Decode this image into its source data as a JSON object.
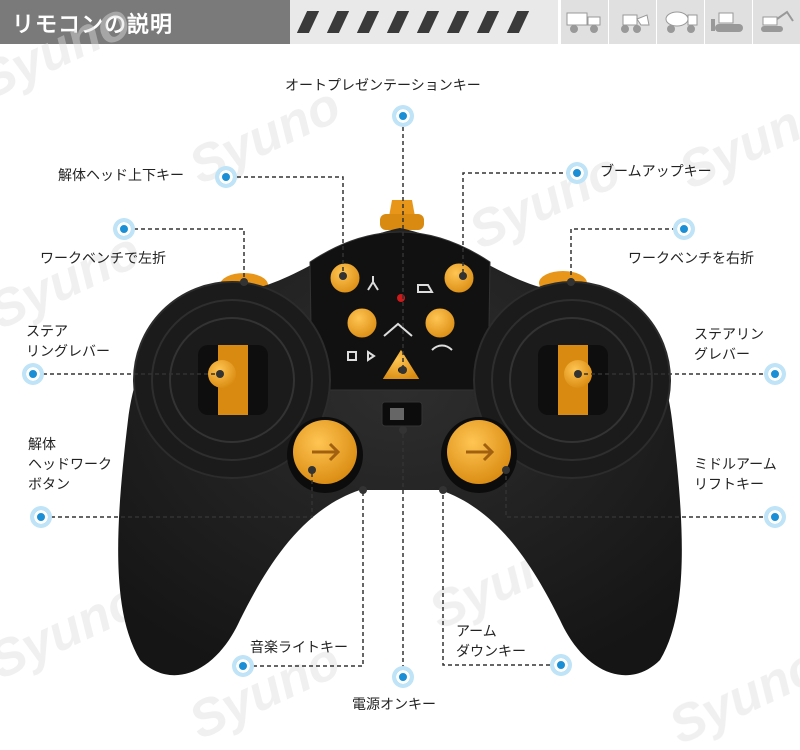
{
  "header": {
    "title": "リモコンの説明",
    "vehicle_icons": [
      "dump-truck-icon",
      "loader-icon",
      "mixer-truck-icon",
      "bulldozer-icon",
      "excavator-icon"
    ]
  },
  "watermark": "Syuno",
  "callouts": {
    "auto_presentation": "オートプレゼンテーションキー",
    "demolition_head_updown": "解体ヘッド上下キー",
    "boom_up": "ブームアップキー",
    "work_bench_left": "ワークベンチで左折",
    "work_bench_right": "ワークベンチを右折",
    "steering_lever_left": "ステア\nリングレバー",
    "steering_lever_right": "ステアリン\nグレバー",
    "demolition_head_work": "解体\nヘッドワーク\nボタン",
    "middle_arm_lift": "ミドルアーム\nリフトキー",
    "music_light": "音楽ライトキー",
    "arm_down": "アーム\nダウンキー",
    "power_on": "電源オンキー"
  },
  "colors": {
    "accent": "#1a8fd6",
    "controller_body": "#1f1f1f",
    "button_orange": "#f0a21e"
  }
}
